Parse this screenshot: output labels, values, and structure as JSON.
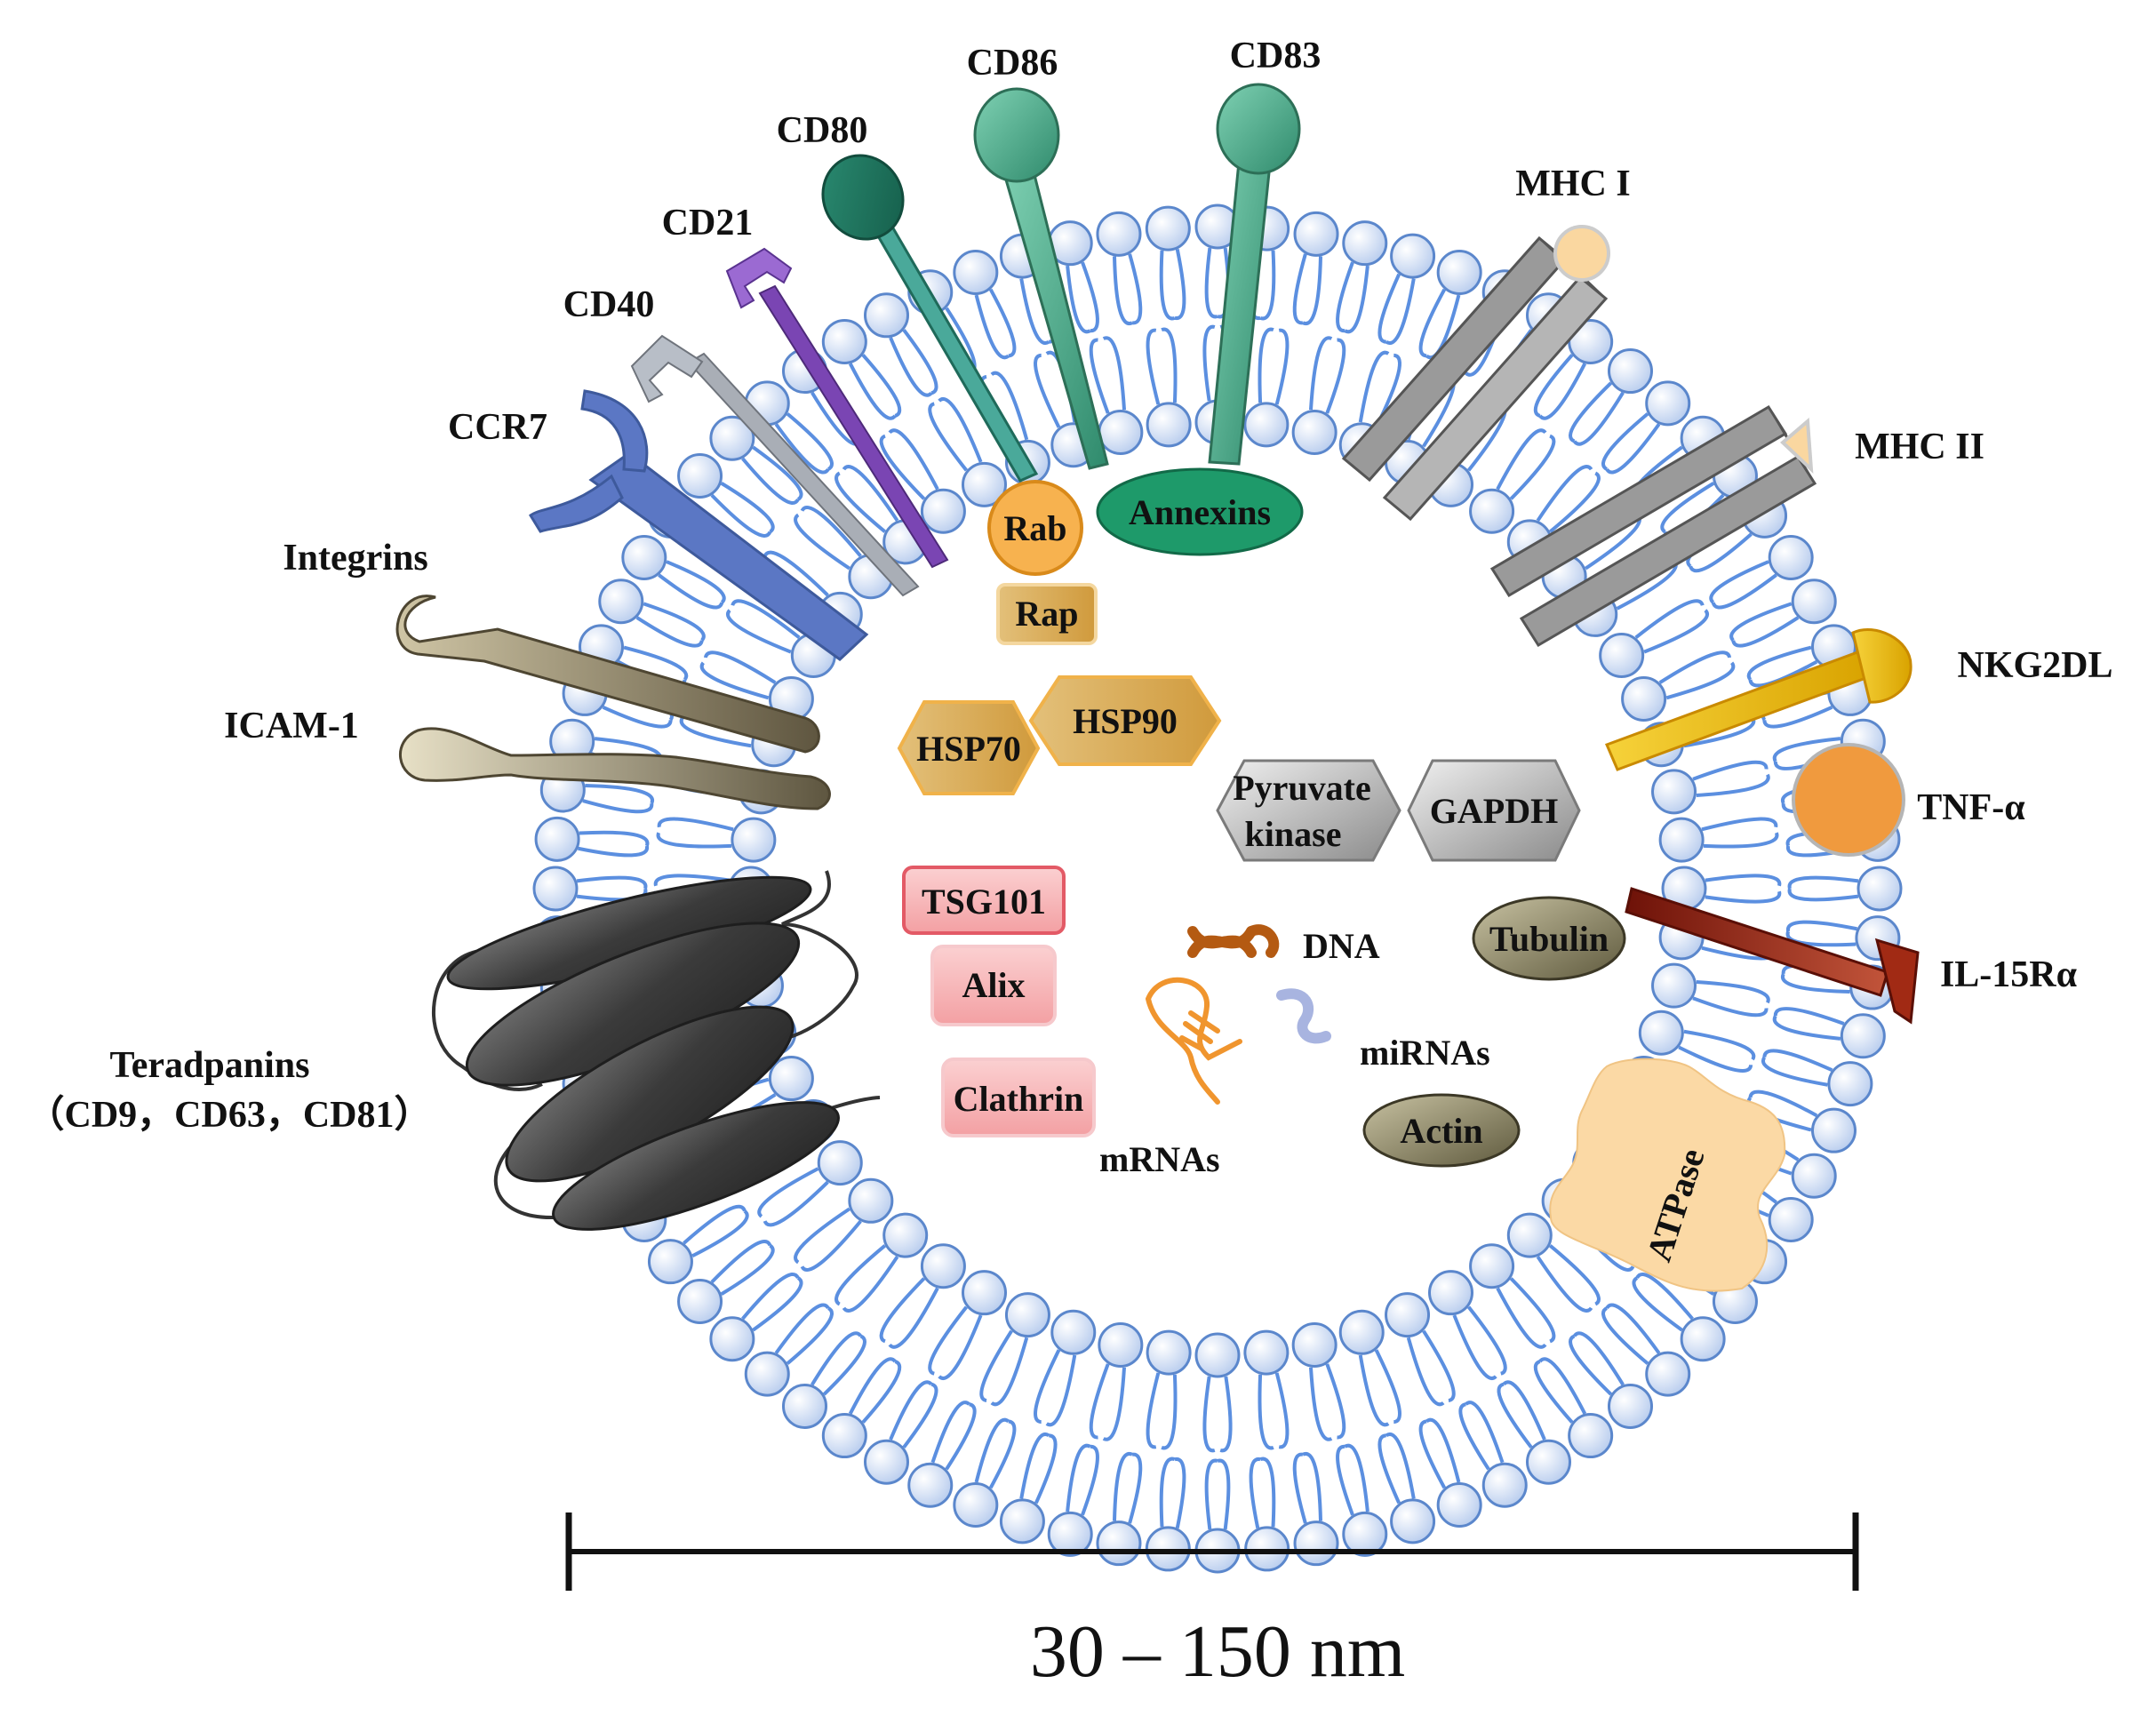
{
  "surface_labels": {
    "cd86": "CD86",
    "cd83": "CD83",
    "cd80": "CD80",
    "cd21": "CD21",
    "cd40": "CD40",
    "ccr7": "CCR7",
    "integrins": "Integrins",
    "icam1": "ICAM-1",
    "mhc1": "MHC I",
    "mhc2": "MHC II",
    "nkg2dl": "NKG2DL",
    "tnfa": "TNF-α",
    "il15ra": "IL-15Rα",
    "tetraspanins": "Teradpanins",
    "tetraspanins_members": "（CD9，CD63，CD81）",
    "atpase": "ATPase"
  },
  "cargo_labels": {
    "rab": "Rab",
    "rap": "Rap",
    "annexins": "Annexins",
    "hsp70": "HSP70",
    "hsp90": "HSP90",
    "pyruvate_kinase_line1": "Pyruvate",
    "pyruvate_kinase_line2": "kinase",
    "gapdh": "GAPDH",
    "tsg101": "TSG101",
    "alix": "Alix",
    "clathrin": "Clathrin",
    "dna": "DNA",
    "mirnas": "miRNAs",
    "mrnas": "mRNAs",
    "tubulin": "Tubulin",
    "actin": "Actin"
  },
  "scale_bar": {
    "label": "30 – 150 nm"
  },
  "colors": {
    "lipid_head": "#c7d8f2",
    "lipid_head_stroke": "#5b87cc",
    "lipid_tail": "#5b8fe0",
    "cd86": "#3d9a7c",
    "cd83": "#3d9a7c",
    "cd80": "#1f7a63",
    "cd21": "#7a45b3",
    "cd40": "#9aa0a8",
    "ccr7": "#5b77c4",
    "integrins": "#8c7f63",
    "icam1": "#8a7d5e",
    "mhc": "#8e8e8e",
    "nkg2dl": "#e8b800",
    "tnfa": "#f09a3e",
    "il15ra": "#8f1f10",
    "tetraspanins": "#444444",
    "atpase": "#fbd9a5",
    "annexins": "#1e9a6a",
    "rab": "#f7b24f",
    "hsp": "#e9b35a",
    "enzyme": "#a9a9a9",
    "escrt": "#f4a3a6",
    "cytoskeleton": "#7b7556",
    "dna": "#b45a12",
    "mrna": "#f0952e",
    "mirna": "#a8b4e0"
  }
}
